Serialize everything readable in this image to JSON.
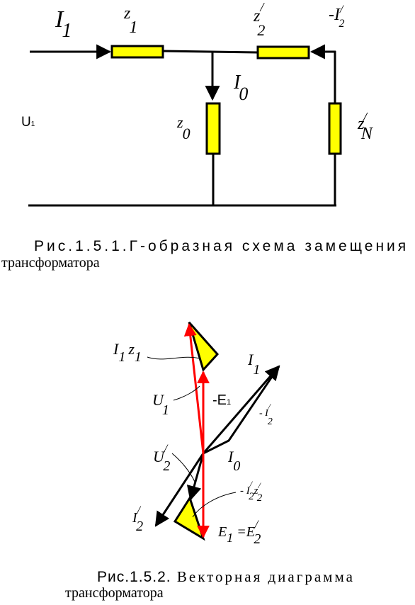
{
  "circuit": {
    "i1": {
      "main": "I",
      "sub": "1"
    },
    "z1": {
      "main": "z",
      "sub": "1"
    },
    "z2p": {
      "main": "z",
      "sub": "2",
      "sup": "/"
    },
    "minus_i2p": {
      "main": "-I",
      "sub": "2",
      "sup": "/"
    },
    "i0": {
      "main": "I",
      "sub": "0"
    },
    "z0": {
      "main": "z",
      "sub": "0"
    },
    "znp": {
      "main": "z",
      "sub": "N",
      "sup": "/"
    },
    "u1": {
      "main": "U",
      "sub": "1"
    }
  },
  "caption1": {
    "line1": "Рис.1.5.1.Г-образная схема замещения",
    "line2": "трансформатора"
  },
  "vector": {
    "i1z1": {
      "a": "I",
      "a_sub": "1",
      "b": "z",
      "b_sub": "1"
    },
    "i1": {
      "main": "I",
      "sub": "1"
    },
    "u1": {
      "main": "U",
      "sub": "1"
    },
    "minus_e1": {
      "main": "-E",
      "sub": "1"
    },
    "minus_i2p": {
      "main": "- I",
      "sub": "2",
      "sup": "/"
    },
    "u2p": {
      "main": "U",
      "sub": "2",
      "sup": "/"
    },
    "i0": {
      "main": "I",
      "sub": "0"
    },
    "minus_i2pz2p": {
      "main": "- I",
      "sub": "2",
      "sup": "/",
      "b": "z",
      "b_sub": "2",
      "b_sup": "/"
    },
    "i2p": {
      "main": "I",
      "sub": "2",
      "sup": "/"
    },
    "e1_eq": {
      "a": "E",
      "a_sub": "1",
      "eq": " =E",
      "b_sub": "2",
      "b_sup": "/"
    }
  },
  "caption2": {
    "part1": "Рис.1.5.2.",
    "part2": " Векторная диаграмма",
    "line2": "трансформатора"
  },
  "colors": {
    "resistor_fill": "#ffff00",
    "red_vector": "#ff0000",
    "line": "#000000"
  }
}
